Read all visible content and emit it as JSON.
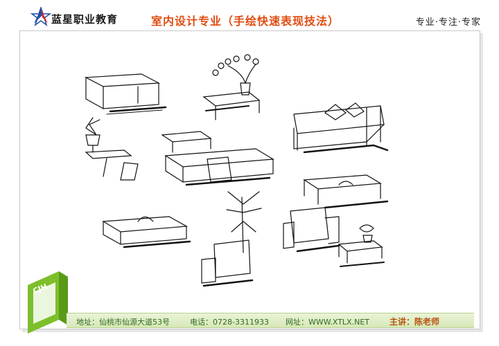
{
  "header": {
    "brand": "蓝星职业教育",
    "title": "室内设计专业（手绘快速表现技法）",
    "slogan": "专业·专注·专家"
  },
  "emblem": {
    "text": "CJH"
  },
  "footer": {
    "address": "地址：仙桃市仙源大道53号",
    "phone": "电话：0728-3311933",
    "website": "网址：WWW.XTLX.NET",
    "teacher": "主讲：陈老师"
  },
  "colors": {
    "title": "#e04d12",
    "footer_text": "#2f6b1f",
    "teacher": "#b8540f",
    "logo_blue": "#1f4fa8",
    "logo_red": "#d6231c",
    "emblem_green": "#7cbf2a"
  }
}
